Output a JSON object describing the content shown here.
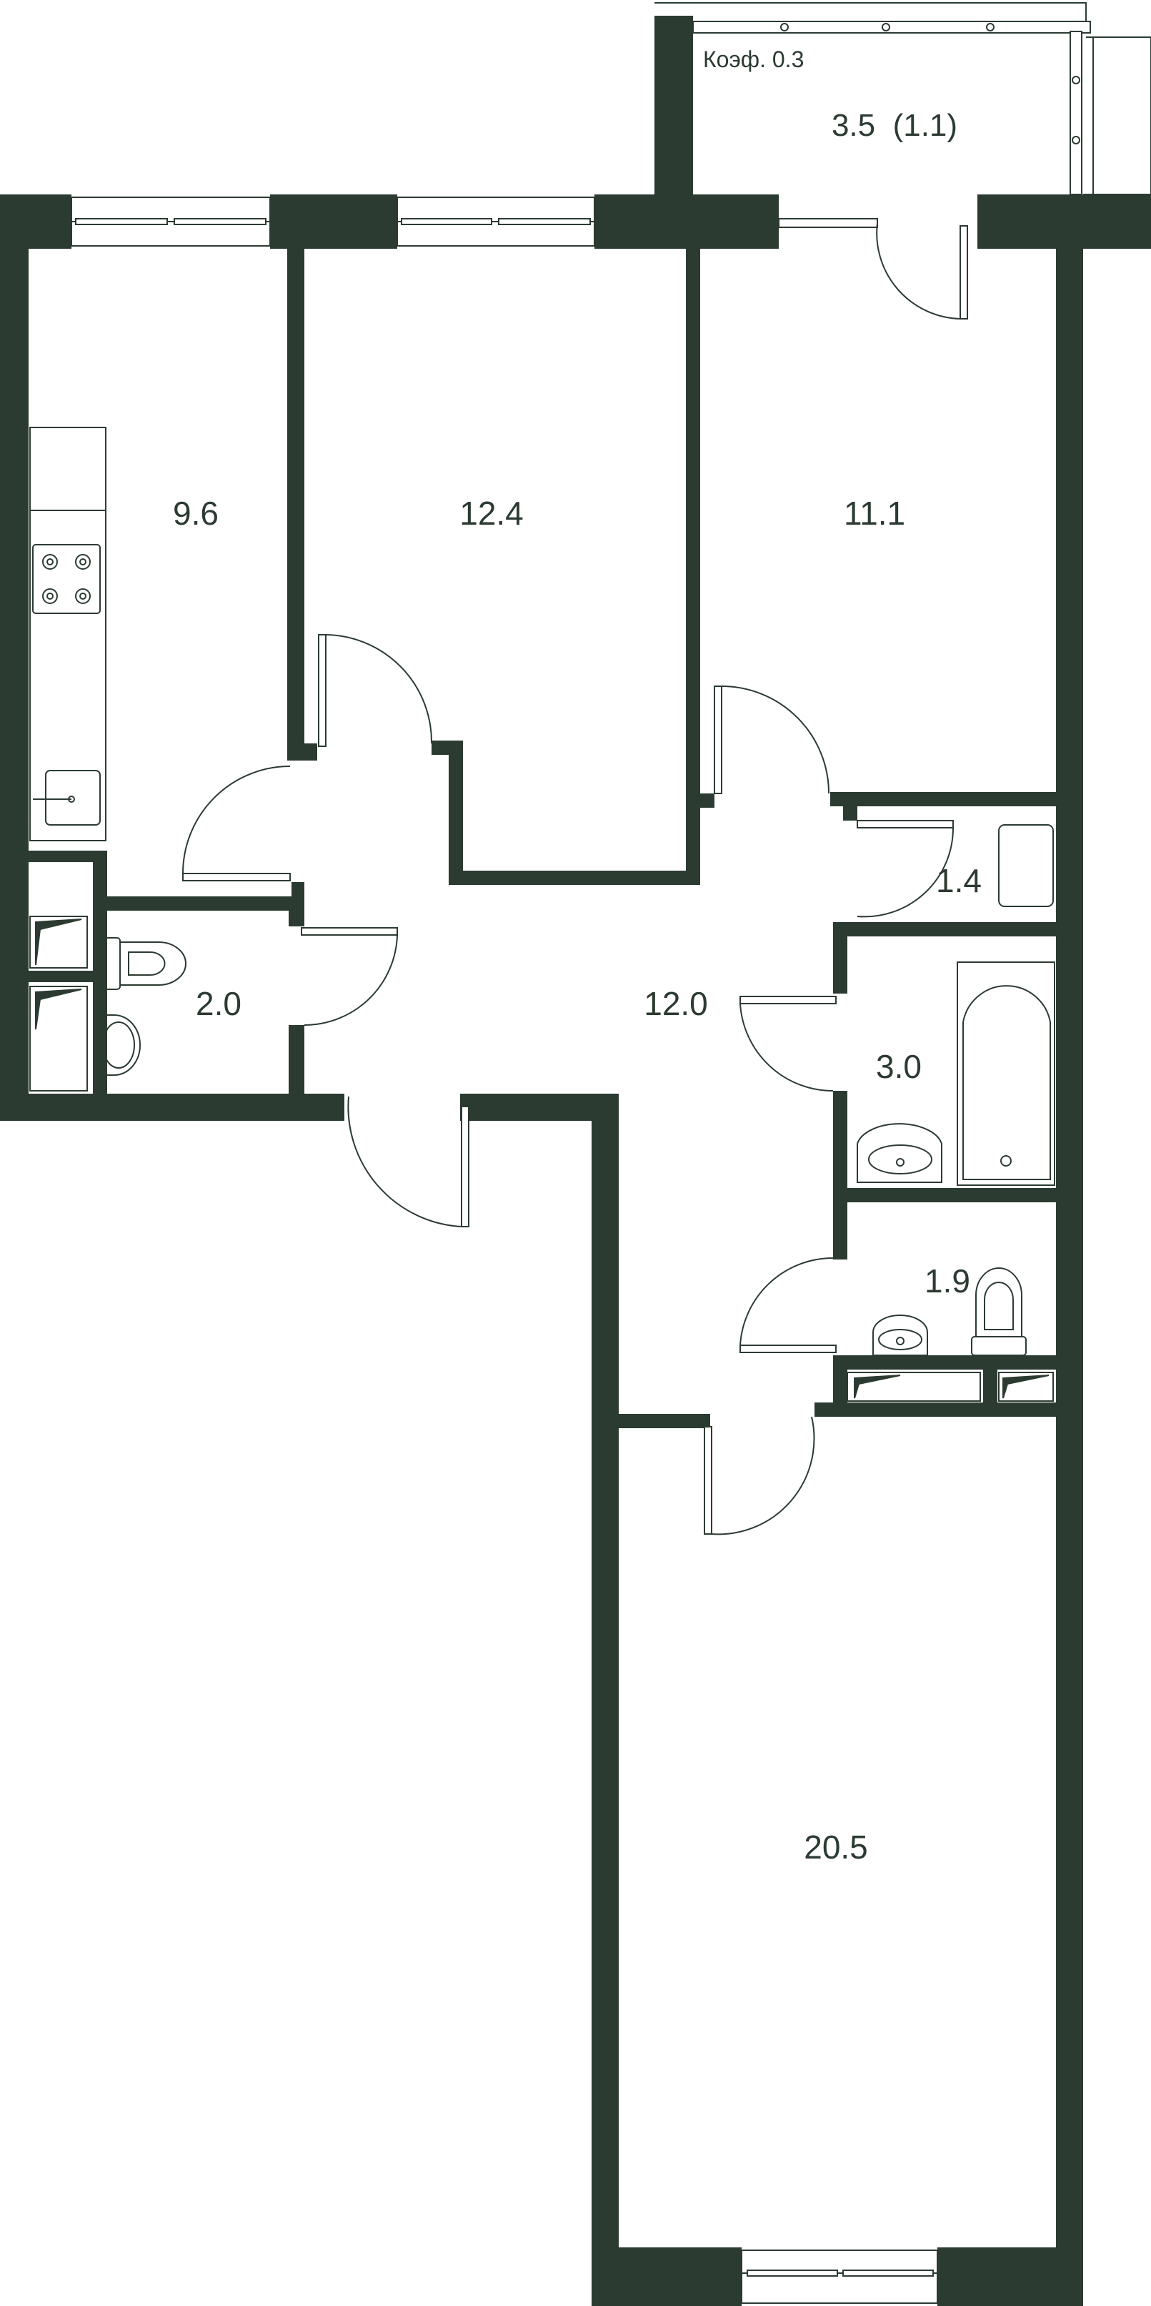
{
  "colors": {
    "wall": "#2c3b32",
    "fixture_line": "#2c3b32",
    "background": "#ffffff"
  },
  "balcony": {
    "coefficient_label": "Коэф. 0.3",
    "area_label": "3.5  (1.1)"
  },
  "rooms": {
    "kitchen": "9.6",
    "bedroom_left": "12.4",
    "bedroom_right": "11.1",
    "wc_left": "2.0",
    "hall": "12.0",
    "storage": "1.4",
    "bathroom": "3.0",
    "wc_right": "1.9",
    "living_room": "20.5"
  },
  "icons": [
    "window",
    "door-swing",
    "bathtub",
    "toilet",
    "sink",
    "stove",
    "kitchen-sink",
    "closet"
  ]
}
